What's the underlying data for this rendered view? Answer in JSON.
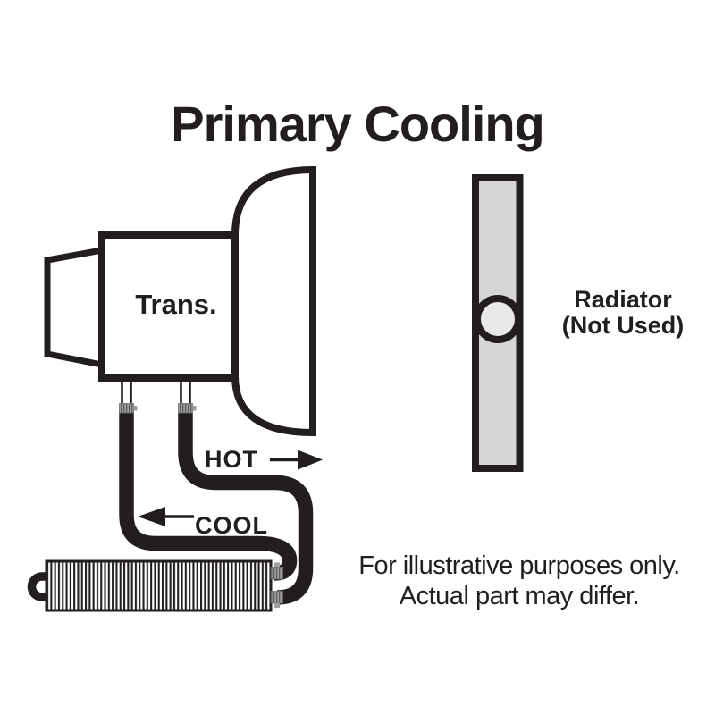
{
  "title": "Primary Cooling",
  "transmission": {
    "label": "Trans."
  },
  "radiator": {
    "label_line1": "Radiator",
    "label_line2": "(Not Used)"
  },
  "flows": {
    "hot_label": "HOT",
    "cool_label": "COOL",
    "hot_direction": "right",
    "cool_direction": "left"
  },
  "cooler": {
    "type": "finned-tube-transmission-cooler"
  },
  "note": {
    "line1": "For illustrative purposes only.",
    "line2": "Actual part may differ."
  },
  "colors": {
    "ink": "#221e1f",
    "background": "#ffffff",
    "radiator_fill": "#d6d6d6",
    "radiator_port_fill": "#e8e8e8",
    "fitting_gray": "#9e9e9e"
  }
}
